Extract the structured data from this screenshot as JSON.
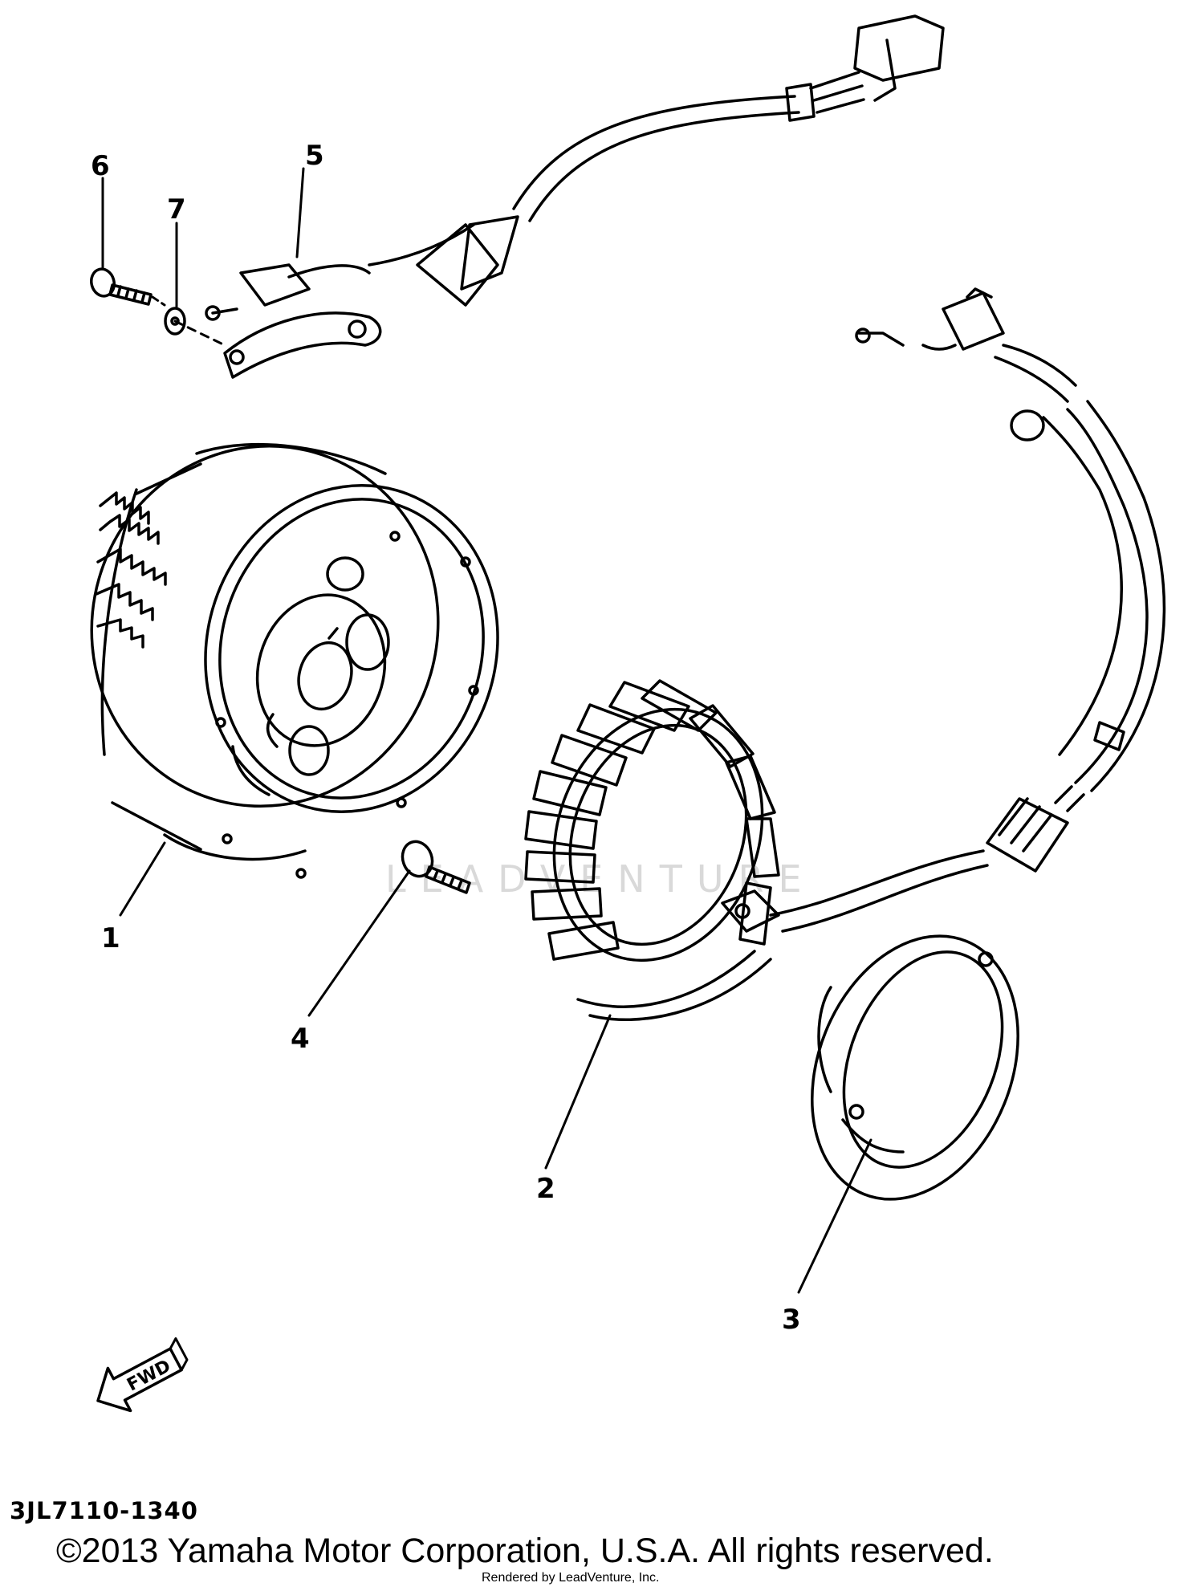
{
  "callouts": {
    "p1": "1",
    "p2": "2",
    "p3": "3",
    "p4": "4",
    "p5": "5",
    "p6": "6",
    "p7": "7"
  },
  "fwd_label": "FWD",
  "part_number": "3JL7110-1340",
  "copyright": "©2013 Yamaha Motor Corporation, U.S.A. All rights reserved.",
  "rendered_by": "Rendered by LeadVenture, Inc.",
  "watermark": "LEADVENTURE"
}
